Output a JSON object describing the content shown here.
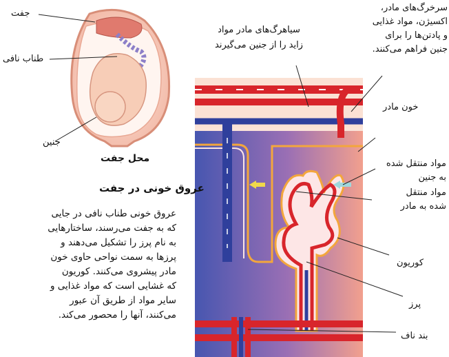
{
  "figure_left": {
    "labels": {
      "placenta": "جفت",
      "umbilical_cord": "طناب نافی",
      "fetus": "جنین"
    },
    "caption": "محل جفت"
  },
  "section": {
    "heading": "عروق خونی در جفت",
    "paragraph_lines": [
      "عروق خونی طناب نافی در جایی",
      "که به جفت می‌رسند، ساختارهایی",
      "به نام پرز را تشکیل می‌دهند و",
      "پرزها به سمت نواحی حاوی خون",
      "مادر پیشروی می‌کنند. کوریون",
      "که غشایی است که مواد غذایی و",
      "سایر مواد از طریق آن عبور",
      "می‌کنند، آنها را محصور می‌کند."
    ]
  },
  "figure_right": {
    "labels": {
      "veins_line1": "سیاهرگ‌های مادر مواد",
      "veins_line2": "زاید را از جنین می‌گیرند",
      "arteries_lines": [
        "سرخرگ‌های مادر،",
        "اکسیژن، مواد غذایی",
        "و پادتن‌ها را برای",
        "جنین فراهم می‌کنند."
      ],
      "maternal_blood": "خون مادر",
      "to_fetus_line1": "مواد منتقل شده",
      "to_fetus_line2": "به جنین",
      "to_mother_line1": "مواد منتقل",
      "to_mother_line2": "شده به مادر",
      "chorion": "کوریون",
      "villus": "پرز",
      "umbilical_cord": "بند ناف"
    }
  },
  "colors": {
    "artery_red": "#d8252b",
    "vein_blue": "#2f3f9c",
    "maternal_pink": "#f5c8bf",
    "chorion_orange": "#f3a63c",
    "villus_bg": "#fde6e6"
  }
}
